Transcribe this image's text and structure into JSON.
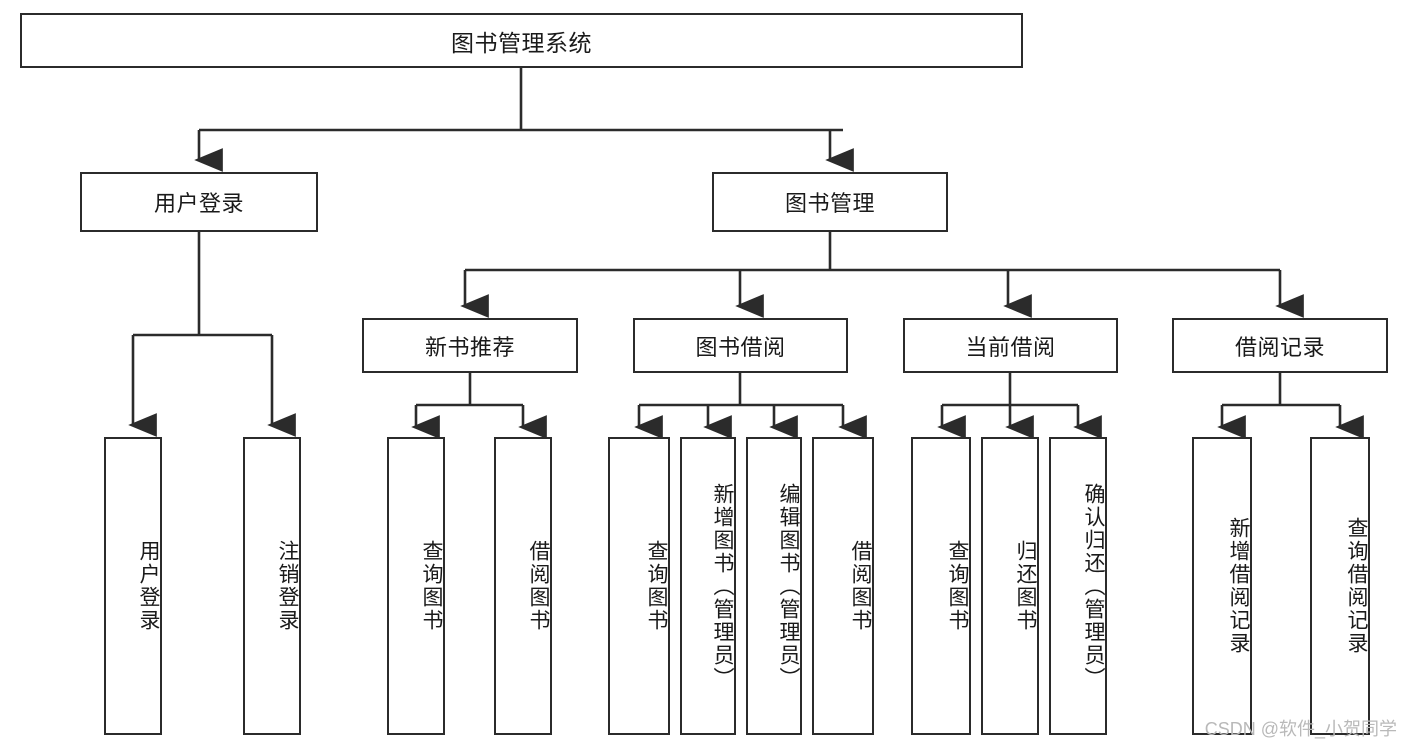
{
  "diagram": {
    "type": "tree",
    "title": "图书管理系统",
    "watermark": "CSDN @软件_小贺同学",
    "colors": {
      "stroke": "#2b2b2b",
      "fill": "#ffffff",
      "text": "#1a1a1a",
      "watermark": "#b9b9b9"
    },
    "nodes": {
      "root": {
        "label": "图书管理系统"
      },
      "user_login": {
        "label": "用户登录"
      },
      "book_manage": {
        "label": "图书管理"
      },
      "new_book_rec": {
        "label": "新书推荐"
      },
      "book_borrow": {
        "label": "图书借阅"
      },
      "current_borrow": {
        "label": "当前借阅"
      },
      "borrow_record": {
        "label": "借阅记录"
      },
      "leaf_user_login": {
        "label": "用户登录"
      },
      "leaf_logout": {
        "label": "注销登录"
      },
      "leaf_query_book_1": {
        "label": "查询图书"
      },
      "leaf_borrow_book_1": {
        "label": "借阅图书"
      },
      "leaf_query_book_2": {
        "label": "查询图书"
      },
      "leaf_add_book": {
        "label": "新增图书（管理员）"
      },
      "leaf_edit_book": {
        "label": "编辑图书（管理员）"
      },
      "leaf_borrow_book_2": {
        "label": "借阅图书"
      },
      "leaf_query_book_3": {
        "label": "查询图书"
      },
      "leaf_return_book": {
        "label": "归还图书"
      },
      "leaf_confirm_return": {
        "label": "确认归还（管理员）"
      },
      "leaf_add_record": {
        "label": "新增借阅记录"
      },
      "leaf_query_record": {
        "label": "查询借阅记录"
      }
    },
    "edges": [
      {
        "from": "root",
        "to": "user_login"
      },
      {
        "from": "root",
        "to": "book_manage"
      },
      {
        "from": "user_login",
        "to": "leaf_user_login"
      },
      {
        "from": "user_login",
        "to": "leaf_logout"
      },
      {
        "from": "book_manage",
        "to": "new_book_rec"
      },
      {
        "from": "book_manage",
        "to": "book_borrow"
      },
      {
        "from": "book_manage",
        "to": "current_borrow"
      },
      {
        "from": "book_manage",
        "to": "borrow_record"
      },
      {
        "from": "new_book_rec",
        "to": "leaf_query_book_1"
      },
      {
        "from": "new_book_rec",
        "to": "leaf_borrow_book_1"
      },
      {
        "from": "book_borrow",
        "to": "leaf_query_book_2"
      },
      {
        "from": "book_borrow",
        "to": "leaf_add_book"
      },
      {
        "from": "book_borrow",
        "to": "leaf_edit_book"
      },
      {
        "from": "book_borrow",
        "to": "leaf_borrow_book_2"
      },
      {
        "from": "current_borrow",
        "to": "leaf_query_book_3"
      },
      {
        "from": "current_borrow",
        "to": "leaf_return_book"
      },
      {
        "from": "current_borrow",
        "to": "leaf_confirm_return"
      },
      {
        "from": "borrow_record",
        "to": "leaf_add_record"
      },
      {
        "from": "borrow_record",
        "to": "leaf_query_record"
      }
    ]
  }
}
